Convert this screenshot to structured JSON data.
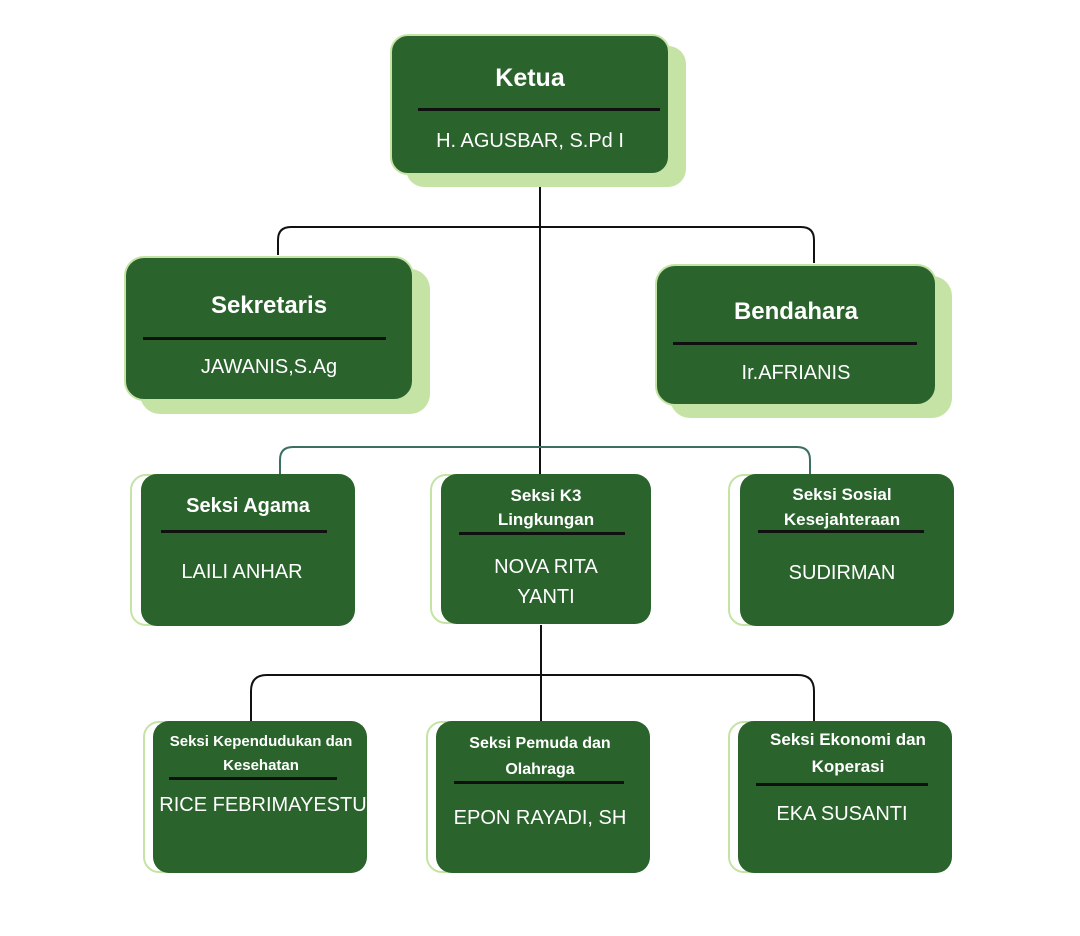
{
  "org": {
    "ketua": {
      "title": "Ketua",
      "name": "H. AGUSBAR, S.Pd I"
    },
    "sekretaris": {
      "title": "Sekretaris",
      "name": "JAWANIS,S.Ag"
    },
    "bendahara": {
      "title": "Bendahara",
      "name": "Ir.AFRIANIS"
    },
    "agama": {
      "title": "Seksi Agama",
      "name": "LAILI ANHAR"
    },
    "k3": {
      "title": "Seksi K3 Lingkungan",
      "name": "NOVA RITA YANTI"
    },
    "sosial": {
      "title": "Seksi Sosial Kesejahteraan",
      "name": "SUDIRMAN"
    },
    "kependudukan": {
      "title": "Seksi Kependudukan dan Kesehatan",
      "name": "RICE FEBRIMAYESTU"
    },
    "pemuda": {
      "title": "Seksi Pemuda dan Olahraga",
      "name": "EPON RAYADI, SH"
    },
    "ekonomi": {
      "title": "Seksi Ekonomi dan Koperasi",
      "name": "EKA SUSANTI"
    }
  },
  "colors": {
    "card": "#2a632c",
    "shadow": "#c5e3a5",
    "text": "#ffffff",
    "line": "#111111",
    "line_teal": "#3c6e62"
  }
}
